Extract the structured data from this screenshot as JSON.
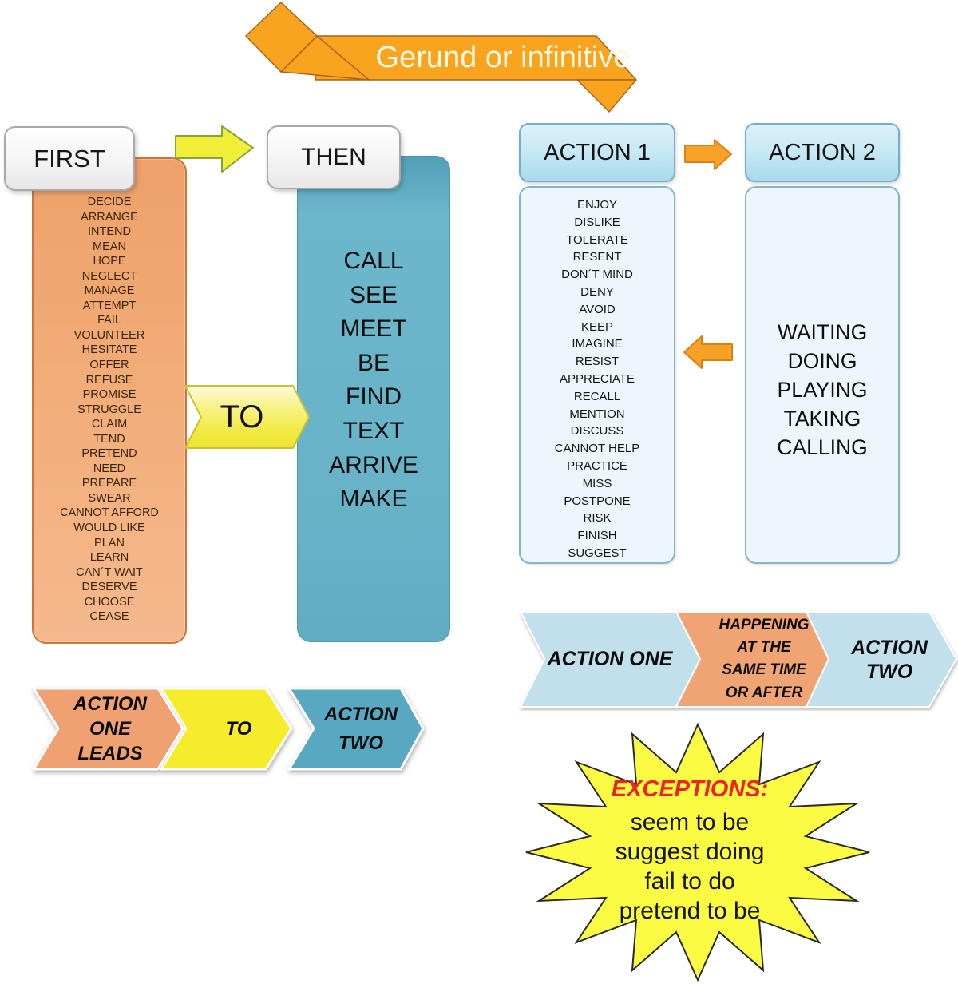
{
  "banner": {
    "title": "Gerund or infinitive"
  },
  "infinitive_diagram": {
    "first_label": "FIRST",
    "then_label": "THEN",
    "to_label": "TO",
    "first_verbs": [
      "DECIDE",
      "ARRANGE",
      "INTEND",
      "MEAN",
      "HOPE",
      "NEGLECT",
      "MANAGE",
      "ATTEMPT",
      "FAIL",
      "VOLUNTEER",
      "HESITATE",
      "OFFER",
      "REFUSE",
      "PROMISE",
      "STRUGGLE",
      "CLAIM",
      "TEND",
      "PRETEND",
      "NEED",
      "PREPARE",
      "SWEAR",
      "CANNOT AFFORD",
      "WOULD LIKE",
      "PLAN",
      "LEARN",
      "CAN´T WAIT",
      "DESERVE",
      "CHOOSE",
      "CEASE"
    ],
    "then_verbs": [
      "CALL",
      "SEE",
      "MEET",
      "BE",
      "FIND",
      "TEXT",
      "ARRIVE",
      "MAKE"
    ]
  },
  "gerund_diagram": {
    "action1_label": "ACTION 1",
    "action2_label": "ACTION 2",
    "action1_verbs": [
      "ENJOY",
      "DISLIKE",
      "TOLERATE",
      "RESENT",
      "DON´T MIND",
      "DENY",
      "AVOID",
      "KEEP",
      "IMAGINE",
      "RESIST",
      "APPRECIATE",
      "RECALL",
      "MENTION",
      "DISCUSS",
      "CANNOT HELP",
      "PRACTICE",
      "MISS",
      "POSTPONE",
      "RISK",
      "FINISH",
      "SUGGEST"
    ],
    "action2_verbs": [
      "WAITING",
      "DOING",
      "PLAYING",
      "TAKING",
      "CALLING"
    ]
  },
  "infinitive_sequence": {
    "step1_lines": [
      "ACTION",
      "ONE",
      "LEADS"
    ],
    "step2_lines": [
      "TO"
    ],
    "step3_lines": [
      "ACTION",
      "TWO"
    ]
  },
  "gerund_sequence": {
    "step1_lines": [
      "ACTION ONE"
    ],
    "step2_lines": [
      "HAPPENING",
      "AT THE",
      "SAME TIME",
      "OR AFTER"
    ],
    "step3_lines": [
      "ACTION",
      "TWO"
    ]
  },
  "exceptions": {
    "title": "EXCEPTIONS:",
    "items": [
      "seem to be",
      "suggest doing",
      "fail to do",
      "pretend to be"
    ]
  },
  "colors": {
    "ribbon_orange": "#F9A41F",
    "panel_orange": "#F2AC78",
    "panel_blue": "#68B2C8",
    "header_light_blue": "#C7E8F5",
    "panel_light_blue": "#EDF7FB",
    "arrow_yellow": "#F1EE38",
    "arrow_orange": "#F7A128",
    "chevron_yellow": "#F5ED2B",
    "chevron_light_blue": "#C2E0EC",
    "chevron_teal_blue": "#58A8C2",
    "star_yellow": "#FBFB43",
    "exceptions_red": "#EC2427"
  }
}
